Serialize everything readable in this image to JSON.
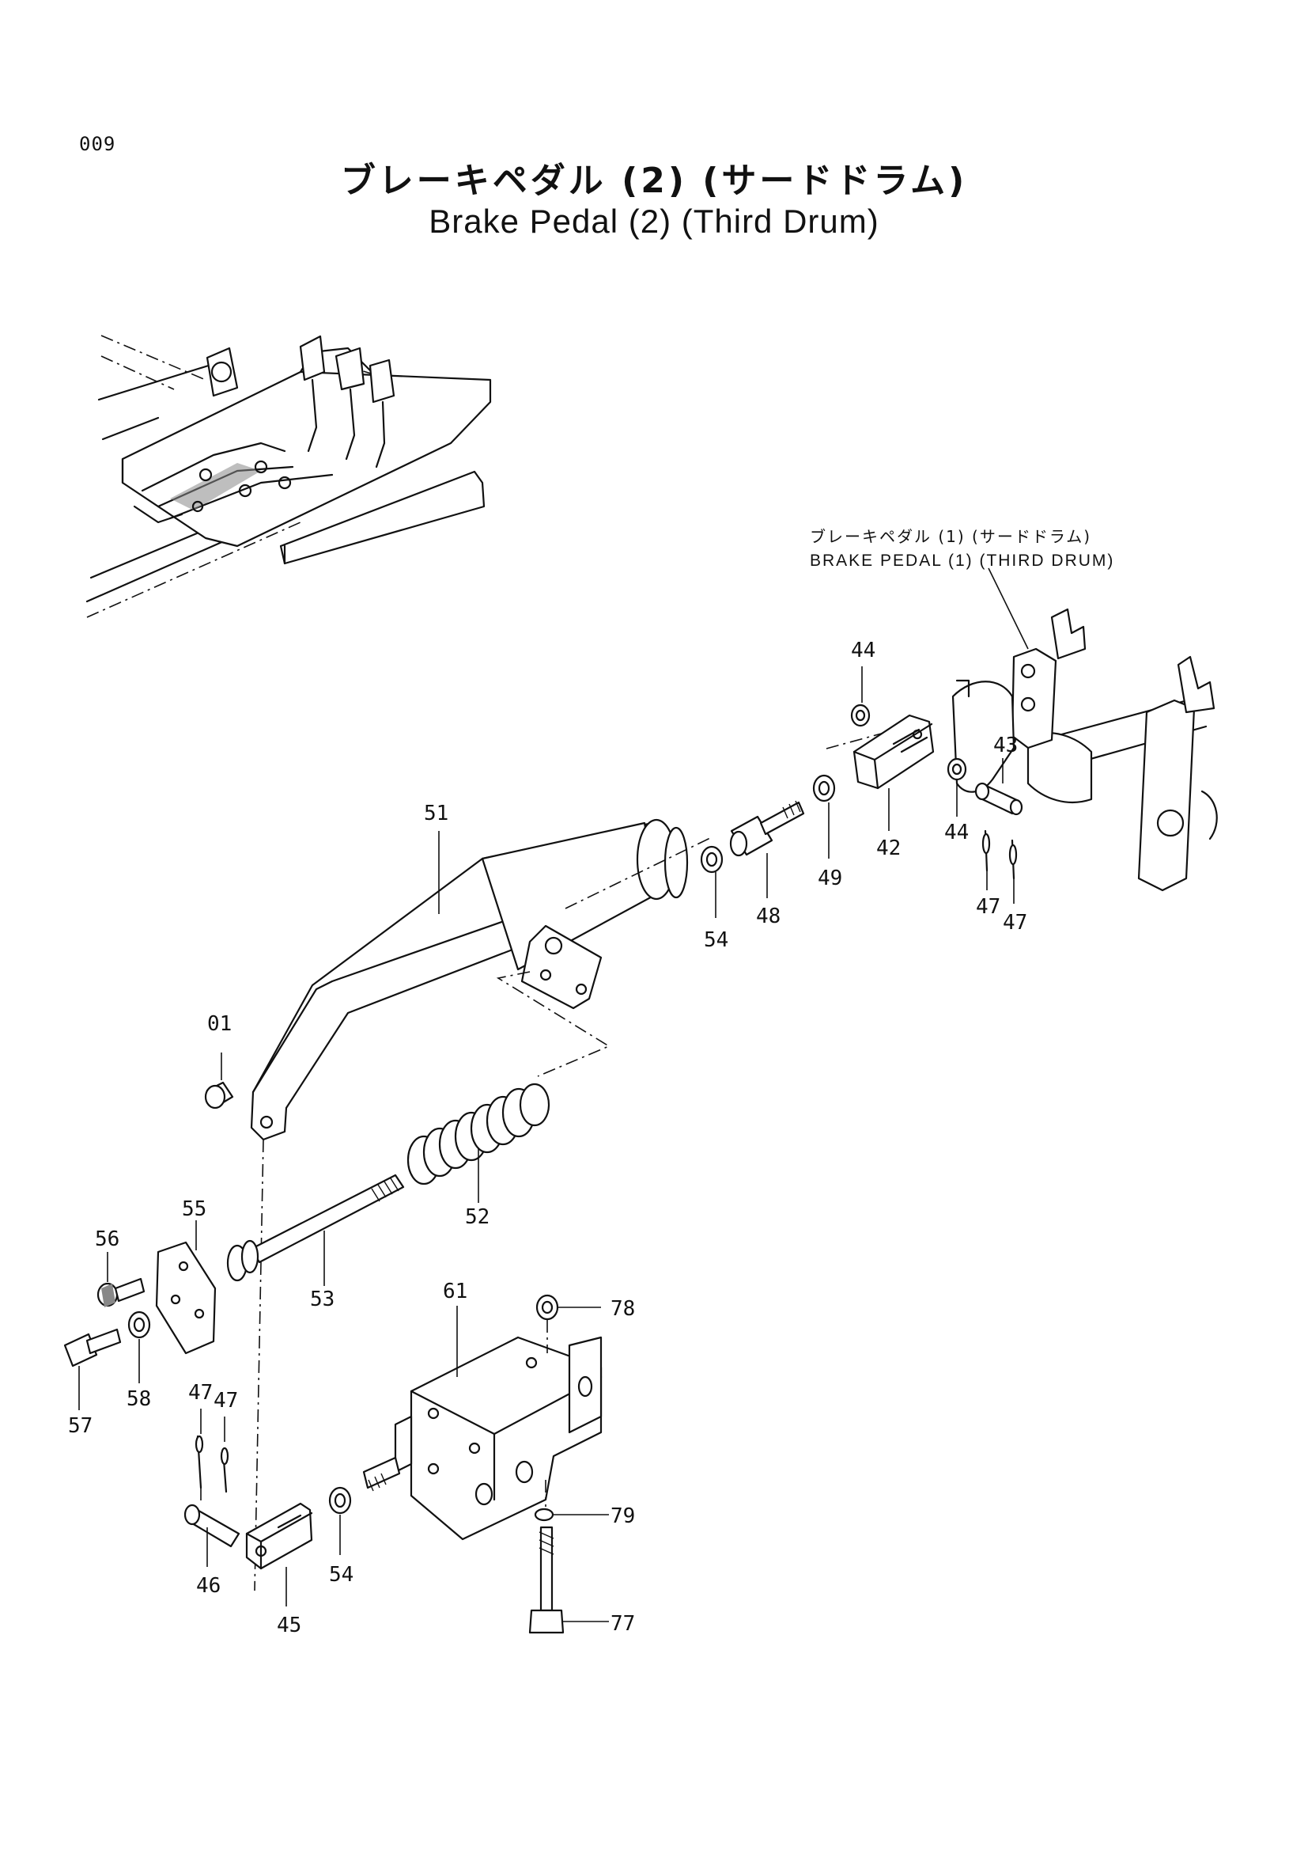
{
  "page": {
    "page_number": "009",
    "title_ja": "ブレーキペダル (2) (サードドラム)",
    "title_en": "Brake Pedal (2) (Third Drum)"
  },
  "reference": {
    "label_ja": "ブレーキペダル (1) (サードドラム)",
    "label_en": "BRAKE PEDAL (1) (THIRD DRUM)"
  },
  "callouts": {
    "c01": "01",
    "c42": "42",
    "c43": "43",
    "c44a": "44",
    "c44b": "44",
    "c45": "45",
    "c46": "46",
    "c47a": "47",
    "c47b": "47",
    "c47c": "47",
    "c47d": "47",
    "c48": "48",
    "c49": "49",
    "c51": "51",
    "c52": "52",
    "c53": "53",
    "c54a": "54",
    "c54b": "54",
    "c55": "55",
    "c56": "56",
    "c57": "57",
    "c58": "58",
    "c61": "61",
    "c77": "77",
    "c78": "78",
    "c79": "79"
  }
}
